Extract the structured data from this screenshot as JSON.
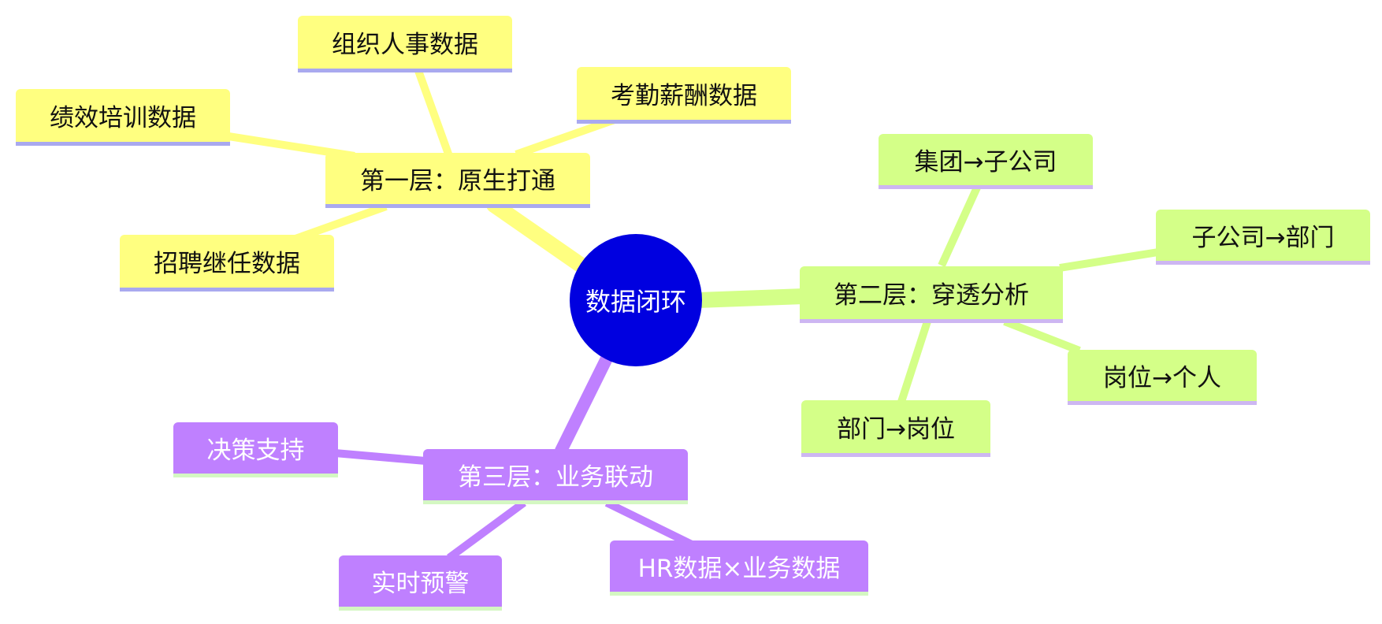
{
  "root": {
    "label": "数据闭环",
    "color": "#0000e0"
  },
  "branches": [
    {
      "id": "b1",
      "label": "第一层：原生打通",
      "color": "#ffff80",
      "children": [
        "组织人事数据",
        "考勤薪酬数据",
        "绩效培训数据",
        "招聘继任数据"
      ]
    },
    {
      "id": "b2",
      "label": "第二层：穿透分析",
      "color": "#d4ff88",
      "children": [
        "集团→子公司",
        "子公司→部门",
        "岗位→个人",
        "部门→岗位"
      ]
    },
    {
      "id": "b3",
      "label": "第三层：业务联动",
      "color": "#bf80ff",
      "children": [
        "决策支持",
        "实时预警",
        "HR数据×业务数据"
      ]
    }
  ]
}
